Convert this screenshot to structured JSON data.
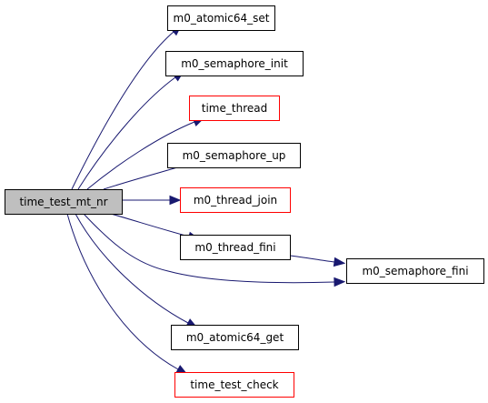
{
  "graph": {
    "colors": {
      "edge": "#191970",
      "root_fill": "#bfbfbf",
      "node_fill": "#ffffff",
      "node_border": "#000000",
      "undocumented_border": "#ff0000"
    },
    "root": {
      "id": "time_test_mt_nr",
      "label": "time_test_mt_nr"
    },
    "nodes": [
      {
        "id": "m0_atomic64_set",
        "label": "m0_atomic64_set",
        "border": "black"
      },
      {
        "id": "m0_semaphore_init",
        "label": "m0_semaphore_init",
        "border": "black"
      },
      {
        "id": "time_thread",
        "label": "time_thread",
        "border": "red"
      },
      {
        "id": "m0_semaphore_up",
        "label": "m0_semaphore_up",
        "border": "black"
      },
      {
        "id": "m0_thread_join",
        "label": "m0_thread_join",
        "border": "red"
      },
      {
        "id": "m0_thread_fini",
        "label": "m0_thread_fini",
        "border": "black"
      },
      {
        "id": "m0_semaphore_fini",
        "label": "m0_semaphore_fini",
        "border": "black"
      },
      {
        "id": "m0_atomic64_get",
        "label": "m0_atomic64_get",
        "border": "black"
      },
      {
        "id": "time_test_check",
        "label": "time_test_check",
        "border": "red"
      }
    ],
    "edges": [
      [
        "time_test_mt_nr",
        "m0_atomic64_set"
      ],
      [
        "time_test_mt_nr",
        "m0_semaphore_init"
      ],
      [
        "time_test_mt_nr",
        "time_thread"
      ],
      [
        "time_test_mt_nr",
        "m0_semaphore_up"
      ],
      [
        "time_test_mt_nr",
        "m0_thread_join"
      ],
      [
        "time_test_mt_nr",
        "m0_thread_fini"
      ],
      [
        "time_test_mt_nr",
        "m0_semaphore_fini"
      ],
      [
        "time_test_mt_nr",
        "m0_atomic64_get"
      ],
      [
        "time_test_mt_nr",
        "time_test_check"
      ],
      [
        "m0_thread_fini",
        "m0_semaphore_fini"
      ]
    ]
  }
}
